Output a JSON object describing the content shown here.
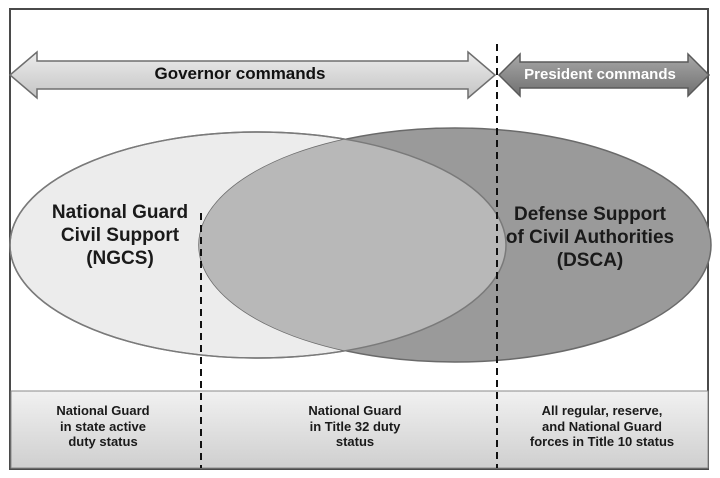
{
  "arrows": {
    "governor": "Governor commands",
    "president": "President commands"
  },
  "ellipses": {
    "ngcs": [
      "National Guard",
      "Civil Support",
      "(NGCS)"
    ],
    "dsca": [
      "Defense Support",
      "of Civil Authorities",
      "(DSCA)"
    ]
  },
  "status_bar": [
    [
      "National Guard",
      "in state active",
      "duty status"
    ],
    [
      "National Guard",
      "in Title 32 duty",
      "status"
    ],
    [
      "All  regular, reserve,",
      "and National Guard",
      "forces in Title 10 status"
    ]
  ],
  "colors": {
    "arrow_left": "#d7d7d7",
    "arrow_right": "#8a8a8a",
    "ellipse_ngcs": "#e9e9e9",
    "ellipse_dsca": "#9b9b9b",
    "overlap": "#b8b8b8",
    "status_bar": "#dedede"
  }
}
